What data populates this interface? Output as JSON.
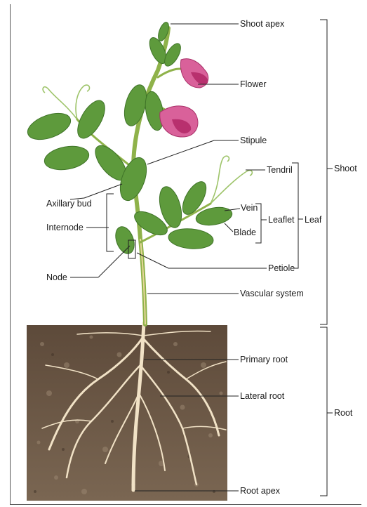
{
  "labels": {
    "shoot_apex": "Shoot apex",
    "flower": "Flower",
    "stipule": "Stipule",
    "tendril": "Tendril",
    "shoot": "Shoot",
    "axillary_bud": "Axillary bud",
    "vein": "Vein",
    "leaflet": "Leaflet",
    "leaf": "Leaf",
    "internode": "Internode",
    "blade": "Blade",
    "node": "Node",
    "petiole": "Petiole",
    "vascular_system": "Vascular system",
    "primary_root": "Primary root",
    "lateral_root": "Lateral root",
    "root": "Root",
    "root_apex": "Root apex"
  },
  "colors": {
    "leaf": "#5e9a3c",
    "leaf_dark": "#3f7428",
    "stem": "#8fb24a",
    "flower": "#d9619a",
    "flower_dark": "#b8306e",
    "soil": "#6e5a48",
    "root": "#f1e2c6"
  }
}
